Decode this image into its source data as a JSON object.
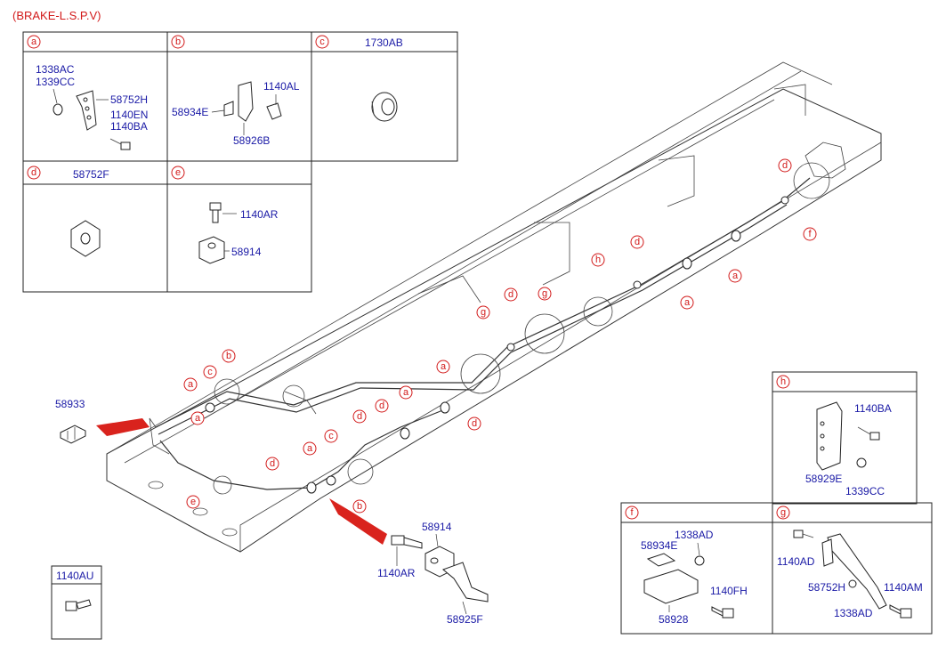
{
  "title": "(BRAKE-L.S.P.V)",
  "panels": {
    "a": {
      "letter": "a",
      "parts": [
        "1338AC",
        "1339CC",
        "58752H",
        "1140EN",
        "1140BA"
      ]
    },
    "b": {
      "letter": "b",
      "parts": [
        "1140AL",
        "58934E",
        "58926B"
      ]
    },
    "c": {
      "letter": "c",
      "header_part": "1730AB"
    },
    "d": {
      "letter": "d",
      "header_part": "58752F"
    },
    "e": {
      "letter": "e",
      "parts": [
        "1140AR",
        "58914"
      ]
    },
    "h": {
      "letter": "h",
      "parts": [
        "1140BA",
        "58929E",
        "1339CC"
      ]
    },
    "f": {
      "letter": "f",
      "parts": [
        "1338AD",
        "58934E",
        "1140FH",
        "58928"
      ]
    },
    "g": {
      "letter": "g",
      "parts": [
        "1140AD",
        "58752H",
        "1140AM",
        "1338AD"
      ]
    },
    "lone": {
      "part": "1140AU"
    }
  },
  "main": {
    "left_part": "58933",
    "detail_parts": [
      "58914",
      "1140AR",
      "58925F"
    ]
  },
  "callout_letters": [
    "a",
    "b",
    "c",
    "d",
    "e",
    "f",
    "g",
    "h"
  ]
}
